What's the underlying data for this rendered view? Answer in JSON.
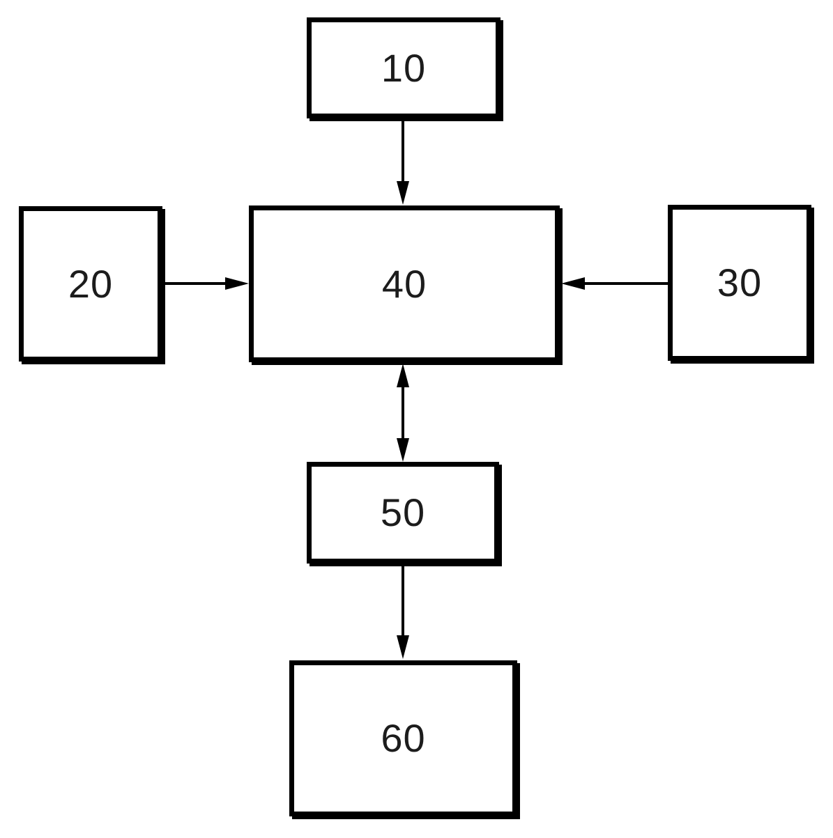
{
  "diagram": {
    "background_color": "#ffffff",
    "line_color": "#000000",
    "text_color": "#1c1c1c",
    "nodes": {
      "n10": {
        "label": "10"
      },
      "n20": {
        "label": "20"
      },
      "n30": {
        "label": "30"
      },
      "n40": {
        "label": "40"
      },
      "n50": {
        "label": "50"
      },
      "n60": {
        "label": "60"
      }
    },
    "edges": [
      {
        "from": "10",
        "to": "40",
        "style": "single-arrow",
        "direction": "down"
      },
      {
        "from": "20",
        "to": "40",
        "style": "single-arrow",
        "direction": "right"
      },
      {
        "from": "30",
        "to": "40",
        "style": "single-arrow",
        "direction": "left"
      },
      {
        "from": "40",
        "to": "50",
        "style": "double-arrow",
        "direction": "vertical"
      },
      {
        "from": "50",
        "to": "60",
        "style": "single-arrow",
        "direction": "down"
      }
    ]
  }
}
